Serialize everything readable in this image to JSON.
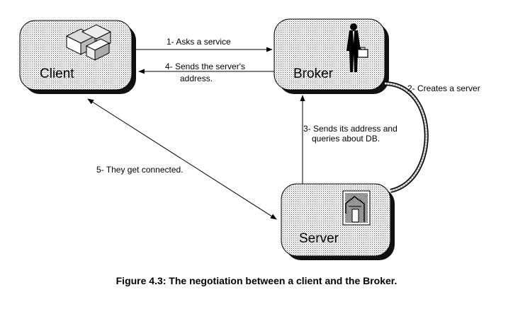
{
  "nodes": {
    "client": {
      "label": "Client"
    },
    "broker": {
      "label": "Broker"
    },
    "server": {
      "label": "Server"
    }
  },
  "edges": {
    "asks_service": {
      "label": "1- Asks a service"
    },
    "sends_address": {
      "line1": "4- Sends the server's",
      "line2": "address."
    },
    "creates_server": {
      "label": "2- Creates a server"
    },
    "server_reports": {
      "line1": "3- Sends its address and",
      "line2": "queries about DB."
    },
    "connected": {
      "label": "5- They get connected."
    }
  },
  "caption": "Figure 4.3:  The negotiation between a client and the Broker.",
  "icons": {
    "client": "building-blocks-icon",
    "broker": "businessman-icon",
    "server": "database-server-icon"
  }
}
